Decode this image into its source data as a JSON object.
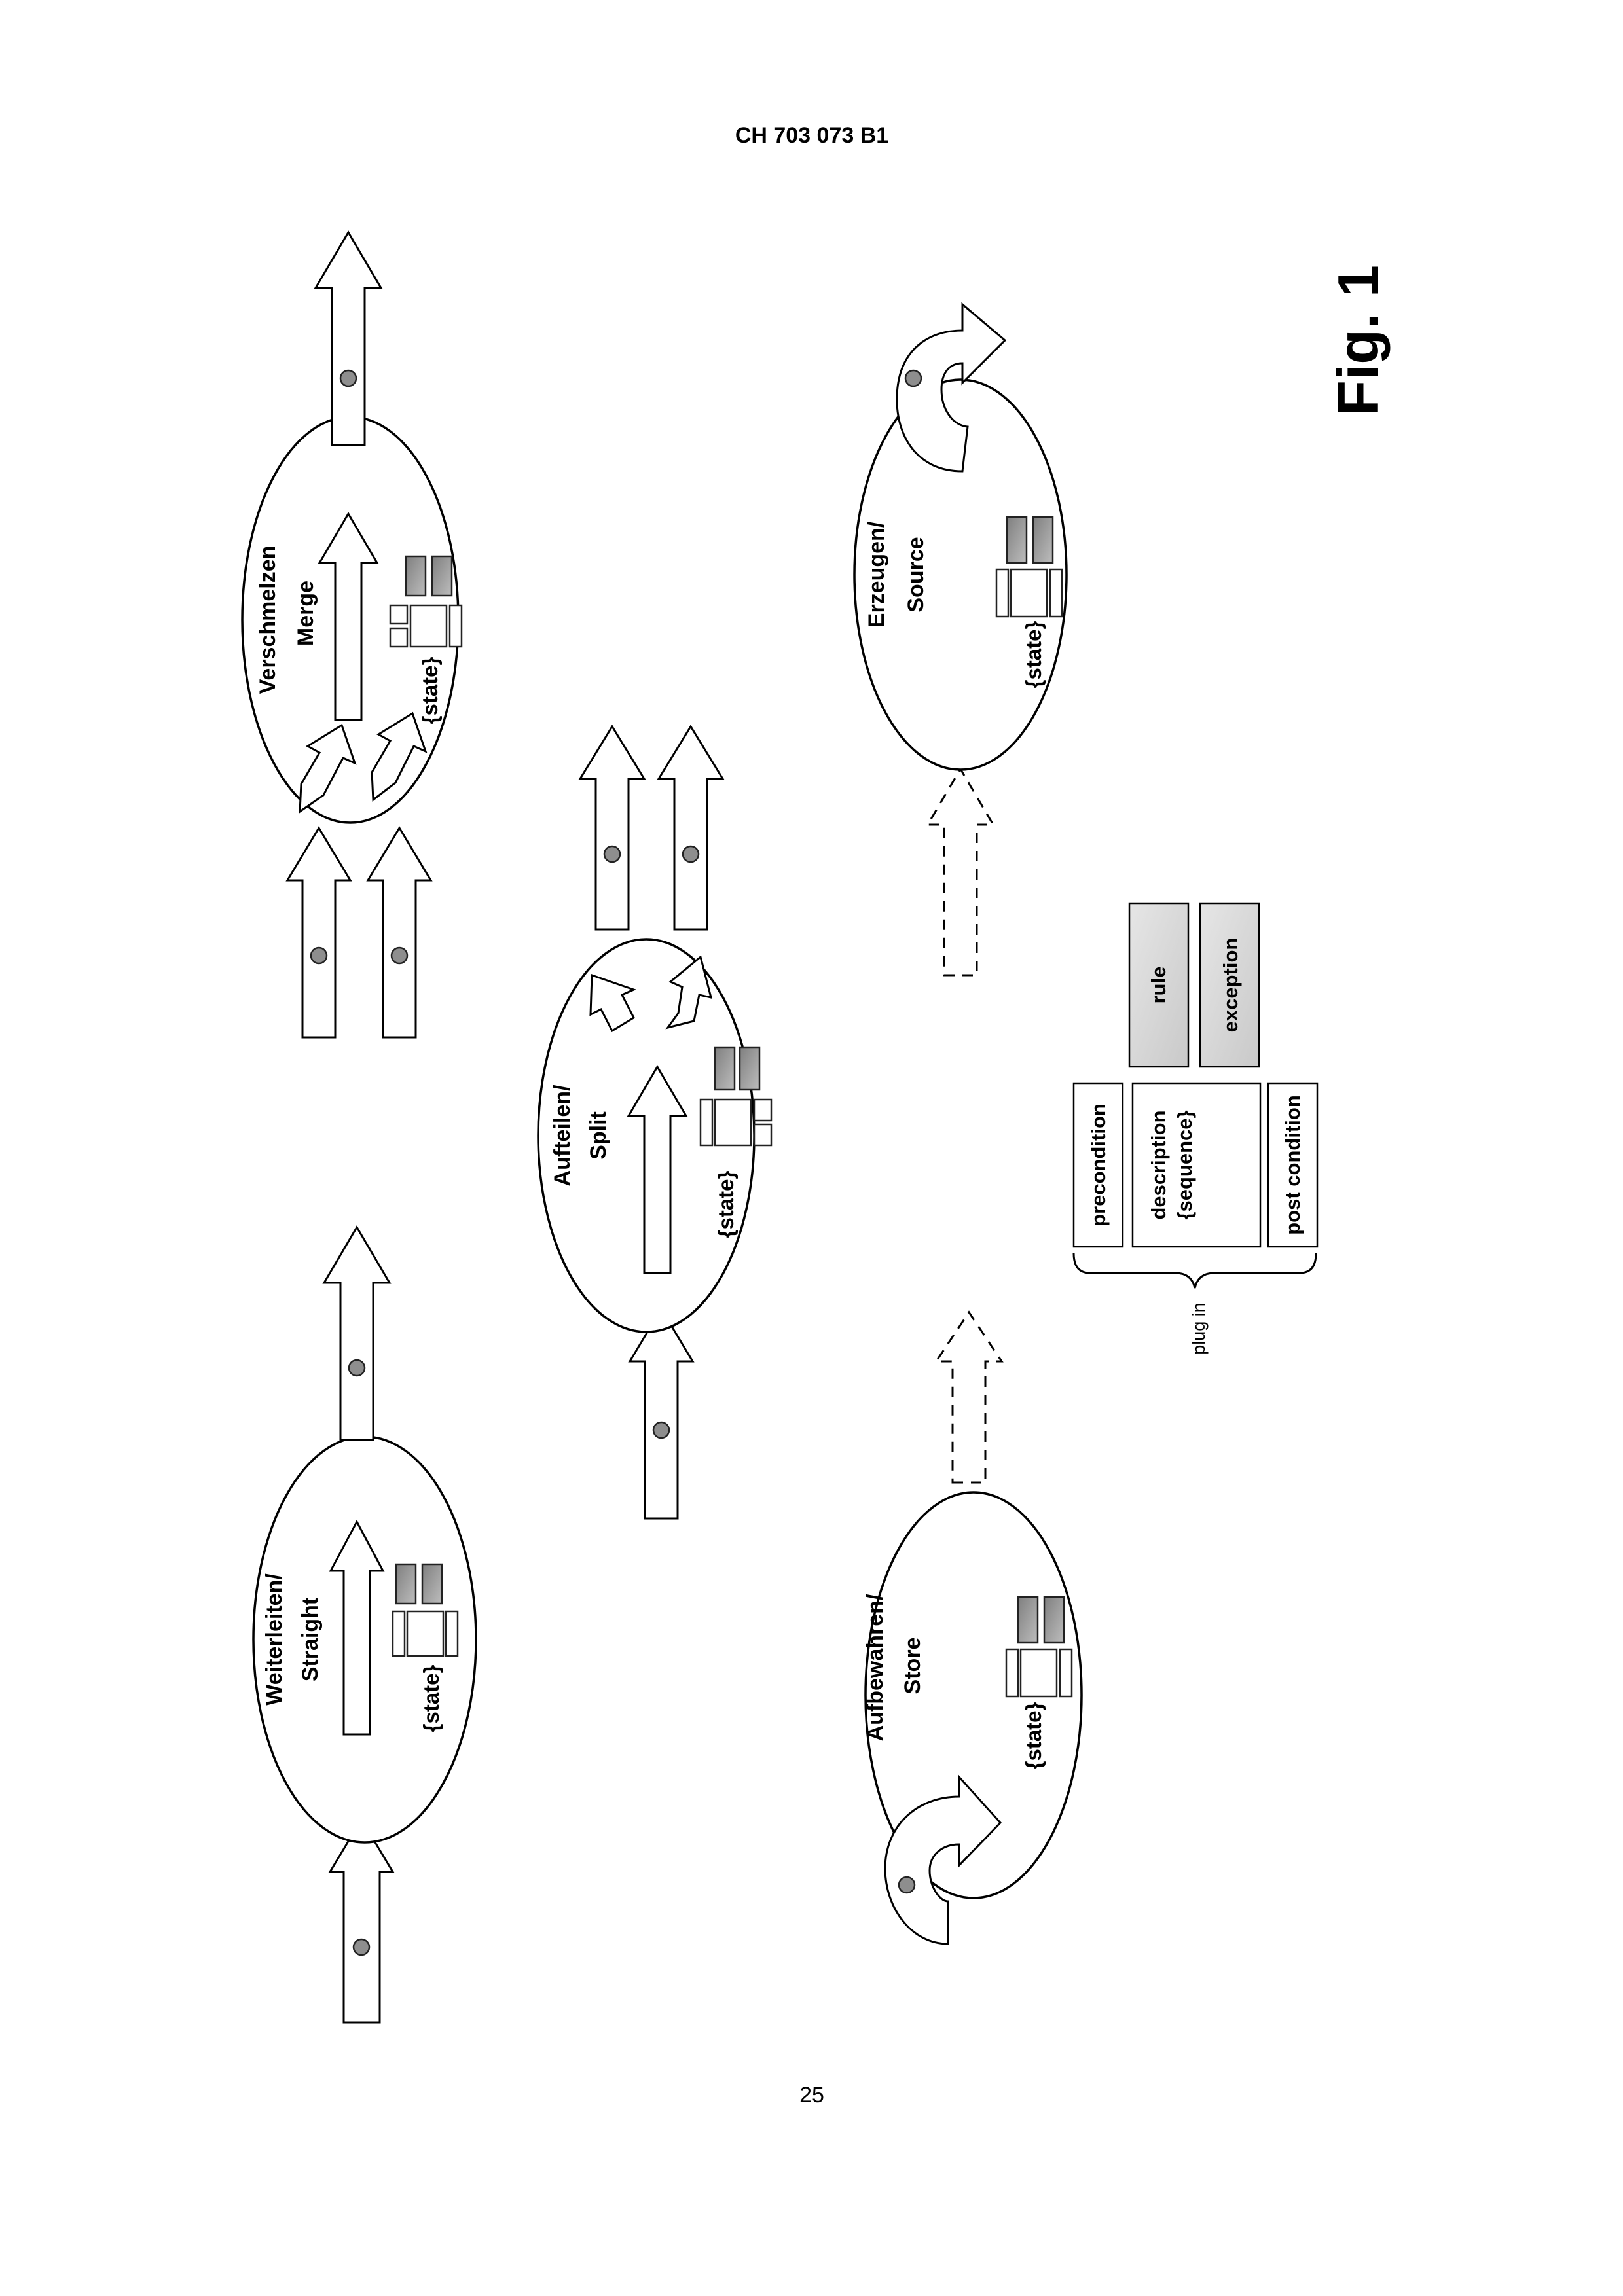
{
  "header": {
    "doc_id": "CH 703 073 B1"
  },
  "footer": {
    "page_number": "25"
  },
  "figure": {
    "title": "Fig. 1"
  },
  "nodes": {
    "straight": {
      "label_de": "Weiterleiten/",
      "label_en": "Straight",
      "state": "{state}"
    },
    "merge": {
      "label_de": "Verschmelzen",
      "label_en": "Merge",
      "state": "{state}"
    },
    "split": {
      "label_de": "Aufteilen/",
      "label_en": "Split",
      "state": "{state}"
    },
    "store": {
      "label_de": "Aufbewahren/",
      "label_en": "Store",
      "state": "{state}"
    },
    "source": {
      "label_de": "Erzeugen/",
      "label_en": "Source",
      "state": "{state}"
    }
  },
  "plugin": {
    "rule": "rule",
    "exception": "exception",
    "precondition": "precondition",
    "description_1": "description",
    "description_2": "{sequence}",
    "post_condition": "post condition",
    "brace_label": "plug in"
  },
  "colors": {
    "token": "#8e8e8e",
    "shade_dark": "#9a9a9a",
    "shade_light": "#d8d8d8"
  }
}
